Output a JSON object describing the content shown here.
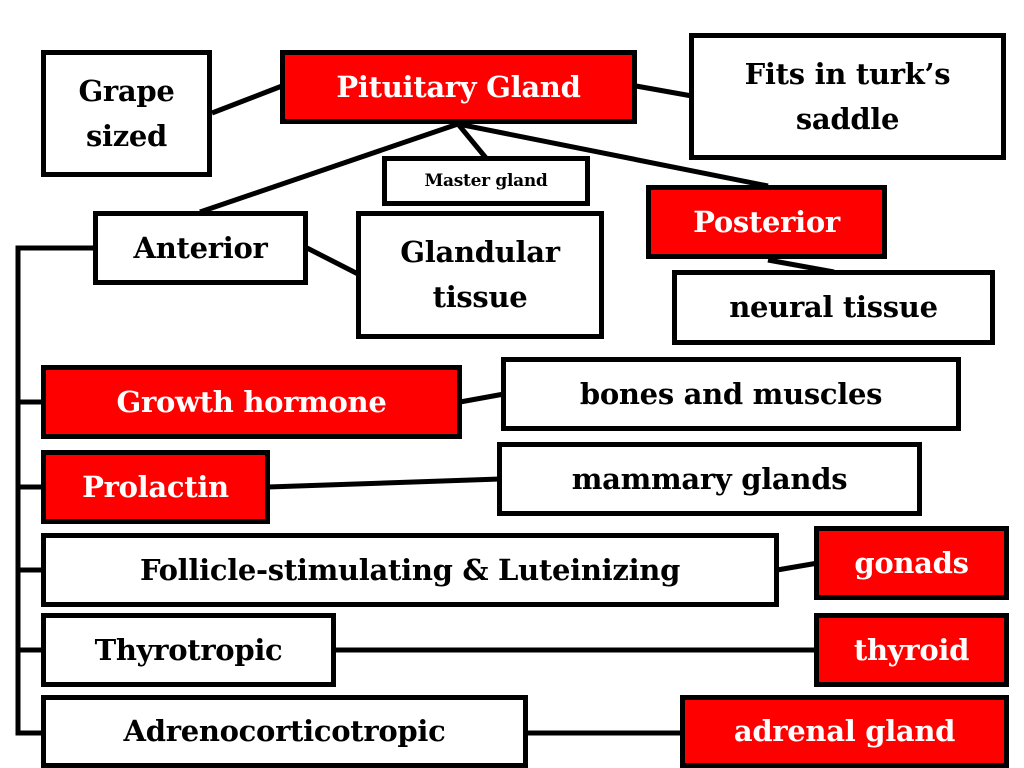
{
  "colors": {
    "accent": "#ff0000",
    "line": "#000000",
    "box": "#ffffff"
  },
  "nodes": {
    "grape": "Grape sized",
    "pituitary": "Pituitary Gland",
    "turk": "Fits in turk’s saddle",
    "master": "Master gland",
    "anterior": "Anterior",
    "glandular": "Glandular tissue",
    "posterior": "Posterior",
    "neural": "neural tissue",
    "growth": "Growth hormone",
    "bones": "bones and muscles",
    "prolactin": "Prolactin",
    "mammary": "mammary glands",
    "fsh_lh": "Follicle-stimulating & Luteinizing",
    "gonads": "gonads",
    "thyrotropic": "Thyrotropic",
    "thyroid": "thyroid",
    "adreno": "Adrenocorticotropic",
    "adrenal": "adrenal gland"
  }
}
